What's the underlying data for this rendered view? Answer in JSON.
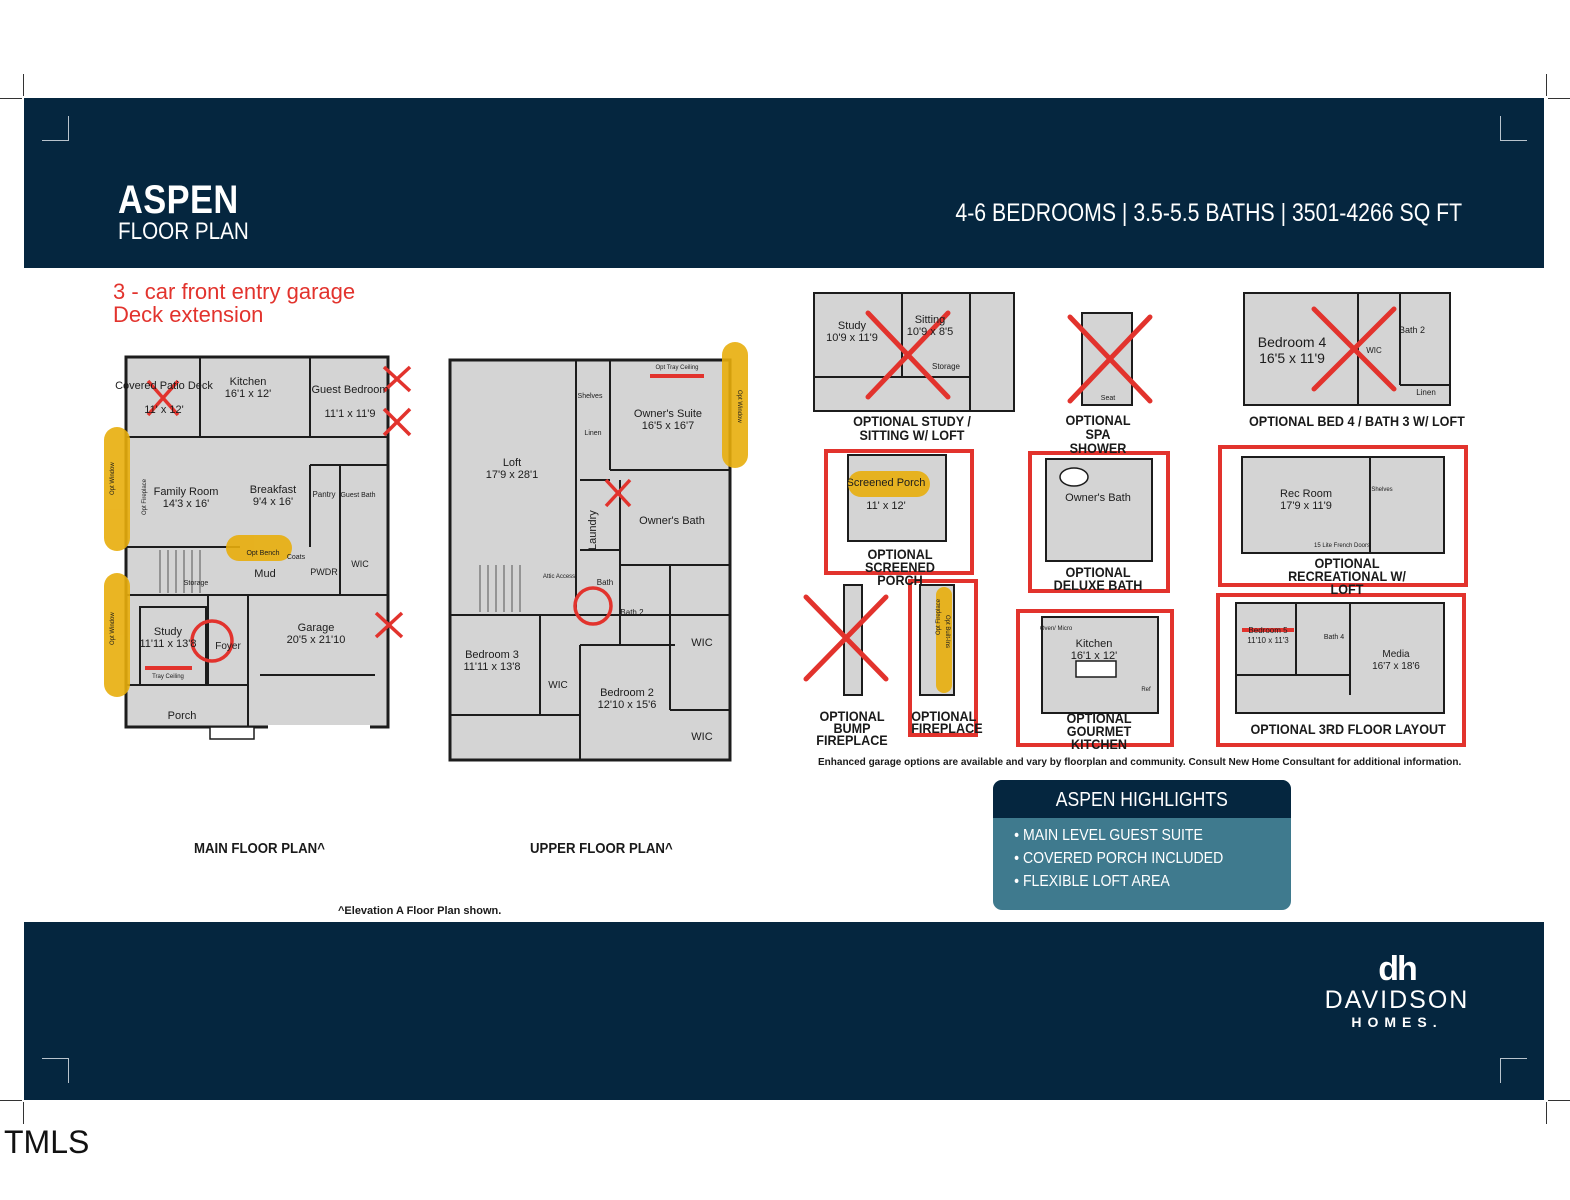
{
  "header": {
    "title": "ASPEN",
    "subtitle": "FLOOR PLAN",
    "specs": "4-6 BEDROOMS | 3.5-5.5 BATHS | 3501-4266 SQ FT"
  },
  "notes": {
    "line1": "3 - car front entry garage",
    "line2": "Deck extension"
  },
  "main_floor": {
    "caption": "MAIN FLOOR PLAN^",
    "rooms": {
      "covered_patio": "Covered Patio Deck",
      "covered_patio_dim": "11' x 12'",
      "kitchen": "Kitchen",
      "kitchen_dim": "16'1 x 12'",
      "guest_bedroom": "Guest Bedroom",
      "guest_bedroom_dim": "11'1 x 11'9",
      "family_room": "Family Room",
      "family_room_dim": "14'3 x 16'",
      "breakfast": "Breakfast",
      "breakfast_dim": "9'4 x 16'",
      "pantry": "Pantry",
      "guest_bath": "Guest Bath",
      "opt_bench": "Opt Bench",
      "coats": "Coats",
      "mud": "Mud",
      "pwdr": "PWDR",
      "wic": "WIC",
      "storage": "Storage",
      "study": "Study",
      "study_dim": "11'11 x 13'8",
      "foyer": "Foyer",
      "garage": "Garage",
      "garage_dim": "20'5 x 21'10",
      "porch": "Porch",
      "opt_window": "Opt Window",
      "opt_fireplace": "Opt Fireplace",
      "tray_ceiling": "Tray Ceiling"
    }
  },
  "upper_floor": {
    "caption": "UPPER FLOOR PLAN^",
    "rooms": {
      "loft": "Loft",
      "loft_dim": "17'9 x 28'1",
      "shelves": "Shelves",
      "linen": "Linen",
      "owners_suite": "Owner's Suite",
      "owners_suite_dim": "16'5 x 16'7",
      "laundry": "Laundry",
      "owners_bath": "Owner's Bath",
      "attic_access": "Attic Access",
      "bath": "Bath",
      "bath2": "Bath 2",
      "wic": "WIC",
      "bedroom3": "Bedroom 3",
      "bedroom3_dim": "11'11 x 13'8",
      "bedroom2": "Bedroom 2",
      "bedroom2_dim": "12'10 x 15'6",
      "opt_tray": "Opt Tray Ceiling",
      "opt_window": "Opt Window"
    }
  },
  "elevation_note": "^Elevation A Floor Plan shown.",
  "options": {
    "study_sitting": "OPTIONAL STUDY / SITTING W/ LOFT",
    "study_label": "Study",
    "study_dim": "10'9 x 11'9",
    "sitting_label": "Sitting",
    "sitting_dim": "10'9 x 8'5",
    "storage": "Storage",
    "spa_shower": "OPTIONAL SPA SHOWER",
    "seat": "Seat",
    "bed4_bath3": "OPTIONAL BED 4 / BATH 3 W/ LOFT",
    "bedroom4": "Bedroom 4",
    "bedroom4_dim": "16'5 x 11'9",
    "bath2": "Bath 2",
    "wic": "WIC",
    "linen": "Linen",
    "screened_porch": "OPTIONAL SCREENED PORCH",
    "screened_label": "Screened Porch",
    "screened_dim": "11' x 12'",
    "deluxe_bath": "OPTIONAL DELUXE BATH",
    "owners_bath": "Owner's Bath",
    "recreational": "OPTIONAL RECREATIONAL W/ LOFT",
    "rec_room": "Rec Room",
    "rec_room_dim": "17'9 x 11'9",
    "shelves": "Shelves",
    "french_doors": "15 Lite French Doors",
    "bump_fireplace": "OPTIONAL BUMP FIREPLACE",
    "fireplace": "OPTIONAL FIREPLACE",
    "opt_built_ins": "Opt Built-Ins",
    "opt_fireplace": "Opt Fireplace",
    "gourmet_kitchen": "OPTIONAL GOURMET KITCHEN",
    "kitchen": "Kitchen",
    "kitchen_dim": "16'1 x 12'",
    "oven_micro": "Oven/ Micro",
    "ref": "Ref",
    "third_floor": "OPTIONAL 3RD FLOOR LAYOUT",
    "bedroom5": "Bedroom 5",
    "bedroom5_dim": "11'10 x 11'3",
    "bath4": "Bath 4",
    "media": "Media",
    "media_dim": "16'7 x 18'6",
    "garage_note": "Enhanced garage options are available and vary by floorplan and community.  Consult New Home Consultant for additional information."
  },
  "highlights": {
    "title": "ASPEN HIGHLIGHTS",
    "items": [
      "• MAIN LEVEL GUEST SUITE",
      "• COVERED PORCH INCLUDED",
      "• FLEXIBLE LOFT AREA"
    ]
  },
  "logo": {
    "mark": "dh",
    "name": "DAVIDSON",
    "sub": "HOMES."
  },
  "watermark": "TMLS",
  "colors": {
    "navy": "#05263f",
    "teal": "#3f7a8e",
    "red_mark": "#e2332d",
    "highlight_yellow": "#e8ae0c",
    "room_gray": "#d4d4d4"
  }
}
